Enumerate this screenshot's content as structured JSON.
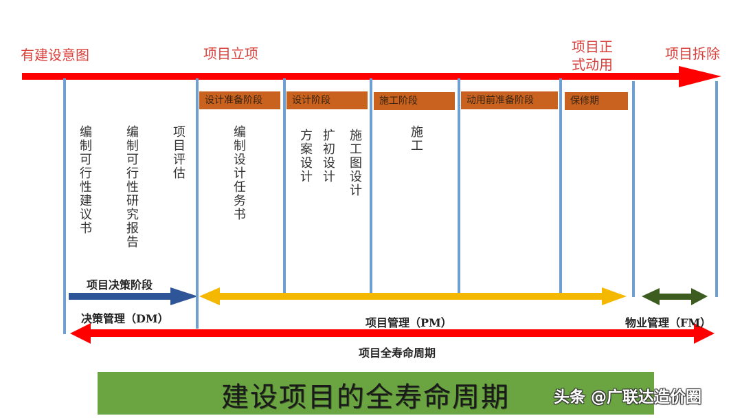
{
  "milestones": [
    {
      "id": "intent",
      "label": "有建设意图"
    },
    {
      "id": "approval",
      "label": "项目立项"
    },
    {
      "id": "operation_line1",
      "label": "项目正"
    },
    {
      "id": "operation_line2",
      "label": "式动用"
    },
    {
      "id": "demolition",
      "label": "项目拆除"
    }
  ],
  "phases": [
    {
      "label": "设计准备阶段"
    },
    {
      "label": "设计阶段"
    },
    {
      "label": "施工阶段"
    },
    {
      "label": "动用前准备阶段"
    },
    {
      "label": "保修期"
    }
  ],
  "tasks": [
    {
      "label": "编制可行性建议书"
    },
    {
      "label": "编制可行性研究报告"
    },
    {
      "label": "项目评估"
    },
    {
      "label": "编制设计任务书"
    },
    {
      "label": "方案设计"
    },
    {
      "label": "扩初设计"
    },
    {
      "label": "施工图设计"
    },
    {
      "label": "施工"
    }
  ],
  "management": {
    "decision_stage": "项目决策阶段",
    "dm": "决策管理（DM）",
    "pm": "项目管理（PM）",
    "fm": "物业管理（FM）",
    "lifecycle": "项目全寿命周期"
  },
  "banner": {
    "title": "建设项目的全寿命周期",
    "watermark": "头条 @广联达造价圈"
  },
  "colors": {
    "timeline_red": "#ff0000",
    "divider_blue": "#6f9fd0",
    "phase_orange": "#c8621e",
    "dm_arrow_blue": "#2e5597",
    "pm_arrow_yellow": "#f5b800",
    "fm_arrow_green": "#3d5c20",
    "banner_green": "#6aa542"
  }
}
